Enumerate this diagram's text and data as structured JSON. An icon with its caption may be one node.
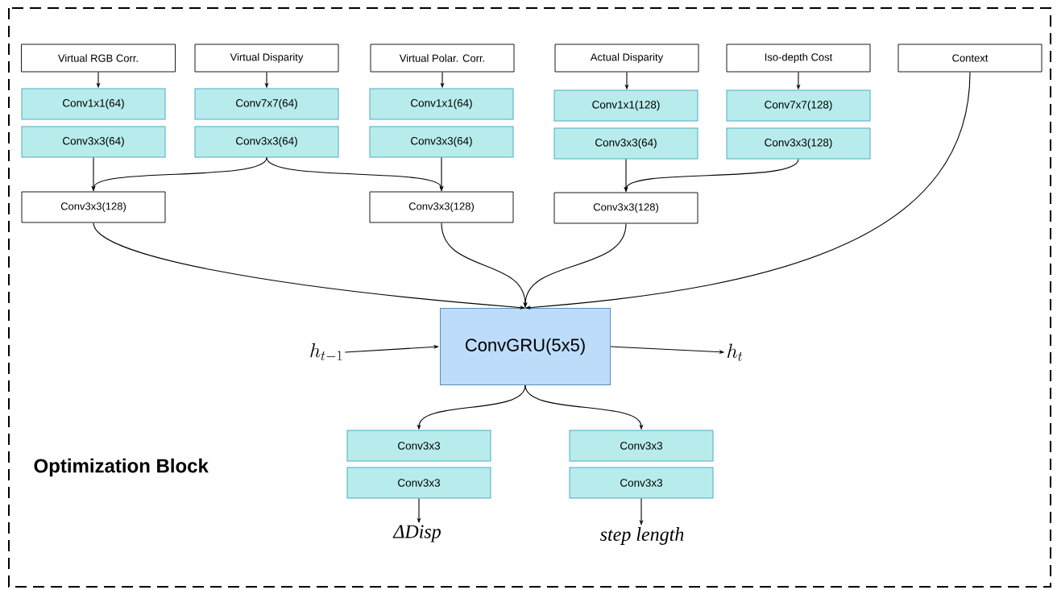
{
  "diagram": {
    "nodes": [
      {
        "text": [
          "Virtual RGB Corr."
        ]
      },
      {
        "text": [
          "Virtual Disparity"
        ]
      },
      {
        "text": [
          "Virtual Polar. Corr."
        ]
      },
      {
        "text": [
          "Actual Disparity"
        ]
      },
      {
        "text": [
          "Iso-depth Cost"
        ]
      },
      {
        "text": [
          "Context"
        ]
      },
      {
        "text": [
          "Conv1x1(64)"
        ]
      },
      {
        "text": [
          "Conv3x3(64)"
        ]
      },
      {
        "text": [
          "Conv7x7(64)"
        ]
      },
      {
        "text": [
          "Conv3x3(64)"
        ]
      },
      {
        "text": [
          "Conv1x1(64)"
        ]
      },
      {
        "text": [
          "Conv3x3(64)"
        ]
      },
      {
        "text": [
          "Conv1x1(128)"
        ]
      },
      {
        "text": [
          "Conv3x3(64)"
        ]
      },
      {
        "text": [
          "Conv7x7(128)"
        ]
      },
      {
        "text": [
          "Conv3x3(128)"
        ]
      },
      {
        "text": [
          "Conv3x3(128)"
        ]
      },
      {
        "text": [
          "Conv3x3(128)"
        ]
      },
      {
        "text": [
          "Conv3x3(128)"
        ]
      },
      {
        "text": [
          "ConvGRU(5x5)"
        ]
      },
      {
        "text": [
          "h_{t-1}"
        ]
      },
      {
        "text": [
          "h_t"
        ]
      },
      {
        "text": [
          "Conv3x3"
        ]
      },
      {
        "text": [
          "Conv3x3"
        ]
      },
      {
        "text": [
          "Conv3x3"
        ]
      },
      {
        "text": [
          "Conv3x3"
        ]
      },
      {
        "text": [
          "ΔDisp"
        ]
      },
      {
        "text": [
          "step length"
        ]
      }
    ],
    "edges": [
      {
        "from": 0,
        "to": 6,
        "arrow": "to"
      },
      {
        "from": 1,
        "to": 8,
        "arrow": "to"
      },
      {
        "from": 2,
        "to": 10,
        "arrow": "to"
      },
      {
        "from": 3,
        "to": 12,
        "arrow": "to"
      },
      {
        "from": 4,
        "to": 14,
        "arrow": "to"
      },
      {
        "from": 7,
        "to": 16,
        "arrow": "to"
      },
      {
        "from": 9,
        "to": 16,
        "arrow": "to"
      },
      {
        "from": 9,
        "to": 17,
        "arrow": "to"
      },
      {
        "from": 11,
        "to": 17,
        "arrow": "to"
      },
      {
        "from": 13,
        "to": 18,
        "arrow": "to"
      },
      {
        "from": 15,
        "to": 18,
        "arrow": "to"
      },
      {
        "from": 16,
        "to": 19,
        "arrow": "to"
      },
      {
        "from": 17,
        "to": 19,
        "arrow": "to"
      },
      {
        "from": 18,
        "to": 19,
        "arrow": "to"
      },
      {
        "from": 5,
        "to": 19,
        "arrow": "to"
      },
      {
        "from": 20,
        "to": 19,
        "arrow": "to"
      },
      {
        "from": 19,
        "to": 21,
        "arrow": "to"
      },
      {
        "from": 19,
        "to": 22,
        "arrow": "to"
      },
      {
        "from": 19,
        "to": 24,
        "arrow": "to"
      },
      {
        "from": 23,
        "to": 26,
        "arrow": "to"
      },
      {
        "from": 25,
        "to": 27,
        "arrow": "to"
      }
    ],
    "labels": [
      "Optimization Block"
    ]
  }
}
